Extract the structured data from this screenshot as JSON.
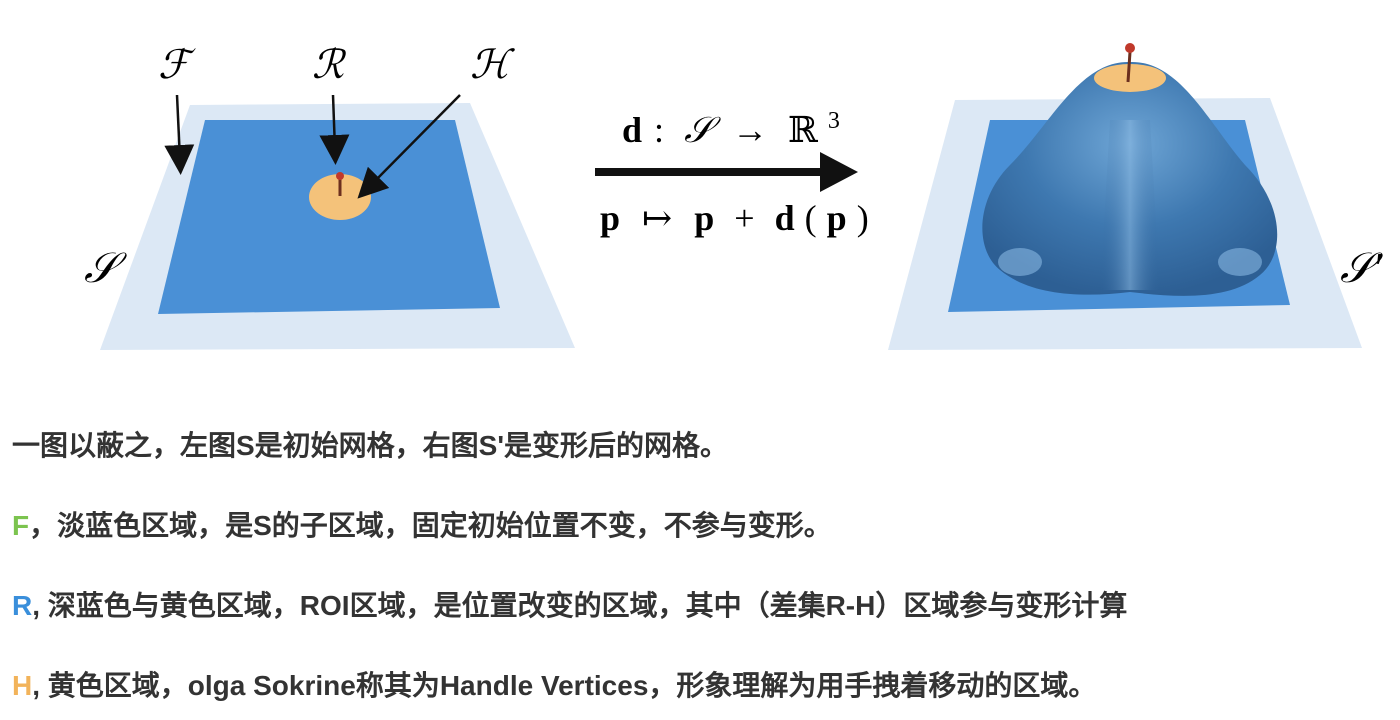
{
  "figure": {
    "left_mesh": {
      "surface_label": "𝒮",
      "pointer_labels": {
        "fixed": "ℱ",
        "roi": "ℛ",
        "handle": "ℋ"
      }
    },
    "mapping": {
      "line1": {
        "d": "d",
        "colon": ":",
        "S": "𝒮",
        "arrow": "→",
        "R": "ℝ",
        "exp": "3"
      },
      "line2": {
        "p": "p",
        "mapsto": "↦",
        "p2": "p",
        "plus": "+",
        "d": "d",
        "paren_open": "(",
        "p3": "p",
        "paren_close": ")"
      }
    },
    "right_mesh": {
      "surface_label": "𝒮′"
    },
    "colors": {
      "fixed_region": "#dce8f5",
      "roi_region": "#4a90d6",
      "handle_region": "#f4c27a",
      "deformed_surface": "#3f7fb8",
      "arrow": "#111111"
    }
  },
  "text": {
    "line1": "一图以蔽之，左图S是初始网格，右图S'是变形后的网格。",
    "line2_tag": "F",
    "line2_rest": "，淡蓝色区域，是S的子区域，固定初始位置不变，不参与变形。",
    "line3_tag": "R",
    "line3_rest": ", 深蓝色与黄色区域，ROI区域，是位置改变的区域，其中（差集R-H）区域参与变形计算",
    "line4_tag": "H",
    "line4_rest": ", 黄色区域，olga Sokrine称其为Handle Vertices，形象理解为用手拽着移动的区域。"
  }
}
